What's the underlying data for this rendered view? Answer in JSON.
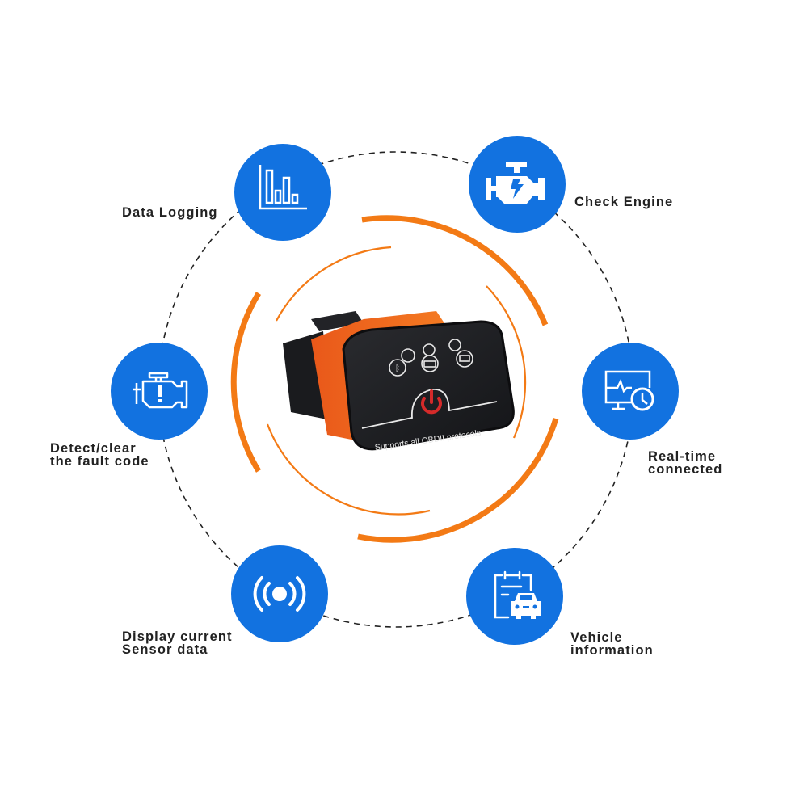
{
  "colors": {
    "feature_blue": "#1272e0",
    "ring_orange": "#f37a15",
    "device_body": "#1c1d20",
    "device_band": "#f0641c",
    "power_red": "#d42a2a",
    "dashed_ring": "#222222"
  },
  "features": [
    {
      "id": "data-logging",
      "label": "Data Logging",
      "icon": "bar-chart-icon"
    },
    {
      "id": "check-engine",
      "label": "Check Engine",
      "icon": "engine-lightning-icon"
    },
    {
      "id": "detect-clear",
      "label": "Detect/clear\nthe fault code",
      "icon": "engine-warning-icon"
    },
    {
      "id": "real-time",
      "label": "Real-time\nconnected",
      "icon": "monitor-clock-icon"
    },
    {
      "id": "sensor-data",
      "label": "Display current\nSensor data",
      "icon": "broadcast-signal-icon"
    },
    {
      "id": "vehicle-info",
      "label": "Vehicle\ninformation",
      "icon": "clipboard-car-icon"
    }
  ],
  "device": {
    "caption": "Supports all OBDII protocols",
    "indicators": [
      "bluetooth-indicator-icon",
      "car-indicator-icon",
      "battery-indicator-icon"
    ],
    "power_icon": "power-icon"
  }
}
